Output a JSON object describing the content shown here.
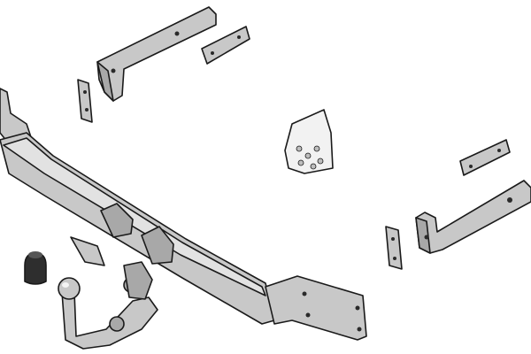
{
  "image": {
    "kind": "exploded parts illustration",
    "background_color": "#ffffff",
    "part_fill_color": "#c8c8c8",
    "part_shade_color": "#a8a8a8",
    "part_light_color": "#e2e2e2",
    "outline_color": "#1a1a1a",
    "bag_fill_color": "#f2f2f2"
  },
  "parts": [
    {
      "name": "left-side-bracket"
    },
    {
      "name": "spacer-plate-upper-left"
    },
    {
      "name": "spacer-plate-left"
    },
    {
      "name": "fixing-kit-bag"
    },
    {
      "name": "spacer-plate-upper-right"
    },
    {
      "name": "right-side-bracket"
    },
    {
      "name": "spacer-plate-right"
    },
    {
      "name": "main-crossbar"
    },
    {
      "name": "tow-ball-neck"
    },
    {
      "name": "ball-cover-cap"
    }
  ]
}
